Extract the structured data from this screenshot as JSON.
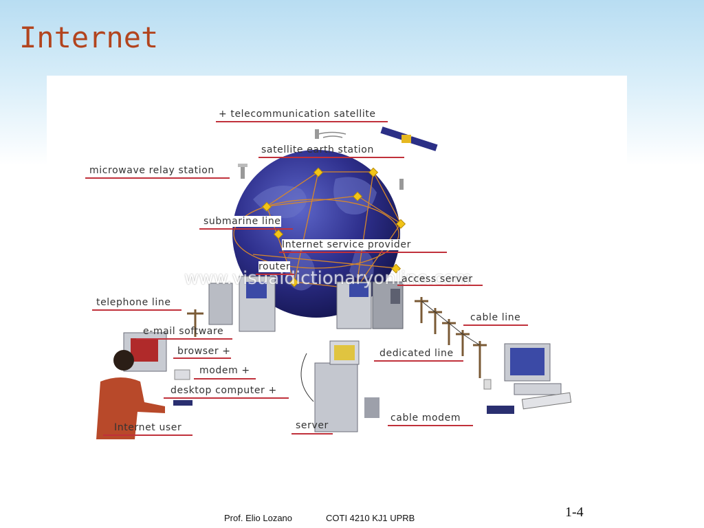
{
  "slide": {
    "title": "Internet",
    "footer_author": "Prof. Elio Lozano",
    "footer_course": "COTI 4210  KJ1  UPRB",
    "page_number": "1-4"
  },
  "diagram": {
    "watermark": "www.visualdictionaryonline.com",
    "labels": {
      "telecommunication_satellite": "+ telecommunication satellite",
      "satellite_earth_station": "satellite earth station",
      "microwave_relay_station": "microwave relay station",
      "submarine_line": "submarine line",
      "internet_service_provider": "Internet service provider",
      "router": "router",
      "access_server": "access server",
      "telephone_line": "telephone line",
      "cable_line": "cable line",
      "email_software": "e-mail software",
      "browser": "browser +",
      "modem": "modem +",
      "dedicated_line": "dedicated line",
      "desktop_computer": "desktop computer +",
      "internet_user": "Internet user",
      "server": "server",
      "cable_modem": "cable modem"
    }
  },
  "colors": {
    "title": "#b2441e",
    "leader_line": "#c0303a",
    "globe": "#2e2f8c",
    "link_nodes": "#f2c418"
  }
}
